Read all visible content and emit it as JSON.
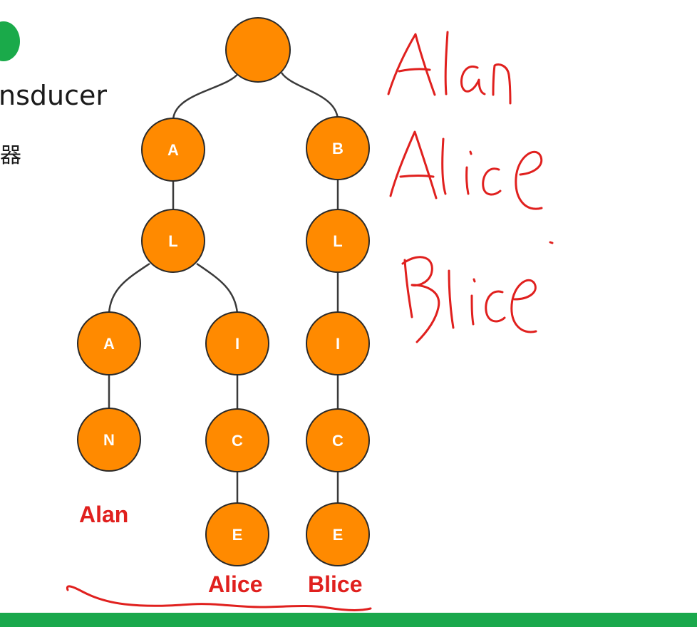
{
  "sidebar": {
    "title_fragment": "nsducer",
    "sub_fragment": "器"
  },
  "tree": {
    "root": "",
    "nodes": {
      "a1": "A",
      "b1": "B",
      "l1": "L",
      "l2": "L",
      "a2": "A",
      "i1": "I",
      "i2": "I",
      "n1": "N",
      "c1": "C",
      "c2": "C",
      "e1": "E",
      "e2": "E"
    }
  },
  "words": {
    "alan": "Alan",
    "alice": "Alice",
    "blice": "Blice"
  },
  "handwritten_words": [
    "Alan",
    "Alice",
    "Blice"
  ],
  "colors": {
    "node_fill": "#ff8a00",
    "label_red": "#e0201e",
    "brand_green": "#1aa84c"
  }
}
